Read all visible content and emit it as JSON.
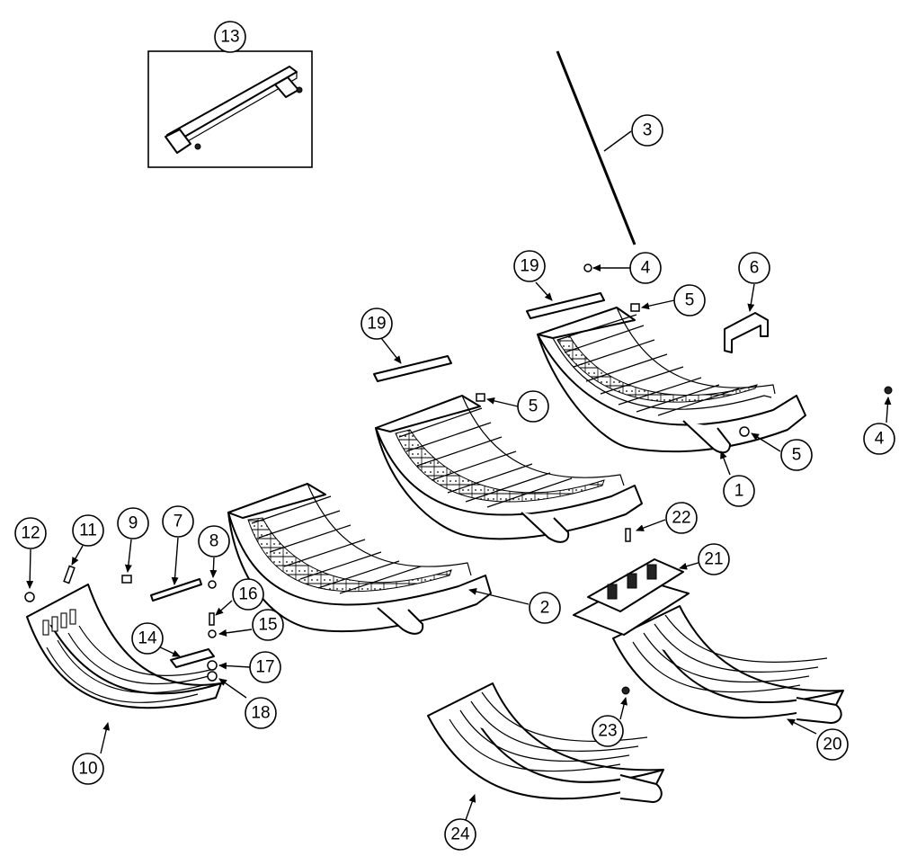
{
  "diagram": {
    "callouts": [
      "1",
      "2",
      "3",
      "4",
      "4",
      "5",
      "5",
      "5",
      "6",
      "7",
      "8",
      "9",
      "10",
      "11",
      "12",
      "13",
      "14",
      "15",
      "16",
      "17",
      "18",
      "19",
      "19",
      "20",
      "21",
      "22",
      "23",
      "24"
    ]
  }
}
